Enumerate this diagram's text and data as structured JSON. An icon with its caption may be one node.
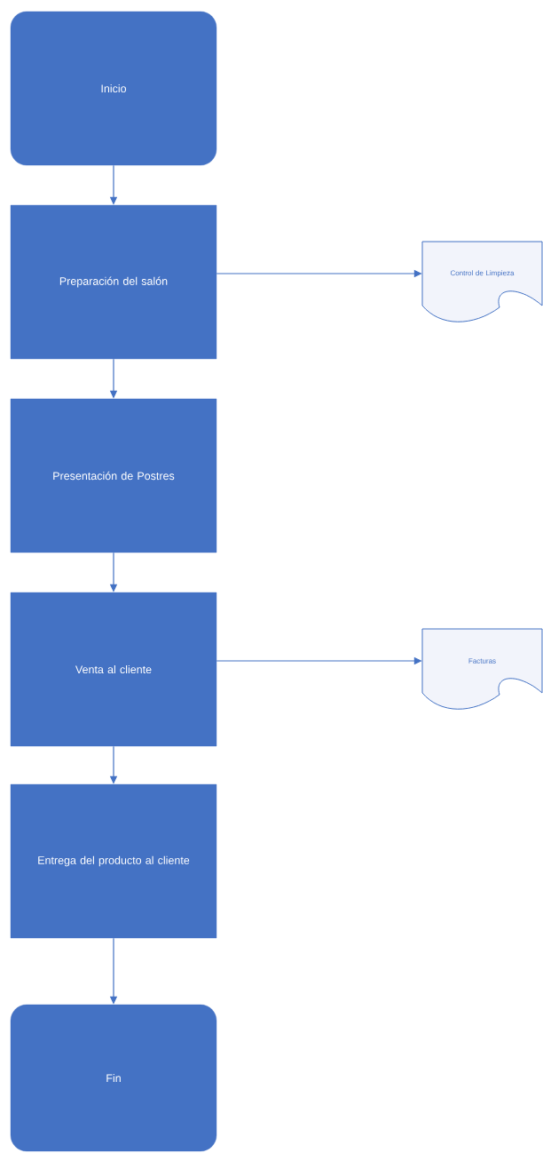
{
  "diagram": {
    "nodes": [
      {
        "text": [
          "Inicio"
        ]
      },
      {
        "text": [
          "Preparación del salón"
        ]
      },
      {
        "text": [
          "Control de Limpieza"
        ]
      },
      {
        "text": [
          "Presentación de Postres"
        ]
      },
      {
        "text": [
          "Venta al cliente"
        ]
      },
      {
        "text": [
          "Facturas"
        ]
      },
      {
        "text": [
          "Entrega del producto al cliente"
        ]
      },
      {
        "text": [
          "Fin"
        ]
      }
    ],
    "edges": [
      {
        "from": 0,
        "to": 1,
        "arrow": "to"
      },
      {
        "from": 1,
        "to": 2,
        "arrow": "to"
      },
      {
        "from": 1,
        "to": 3,
        "arrow": "to"
      },
      {
        "from": 3,
        "to": 4,
        "arrow": "to"
      },
      {
        "from": 4,
        "to": 5,
        "arrow": "to"
      },
      {
        "from": 4,
        "to": 6,
        "arrow": "to"
      },
      {
        "from": 6,
        "to": 7,
        "arrow": "to"
      }
    ]
  }
}
